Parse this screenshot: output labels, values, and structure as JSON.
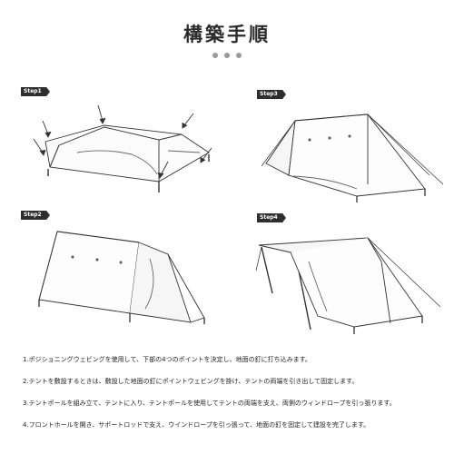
{
  "header": {
    "title": "構築手順"
  },
  "steps": [
    {
      "label": "Step1"
    },
    {
      "label": "Step3"
    },
    {
      "label": "Step2"
    },
    {
      "label": "Step4"
    }
  ],
  "instructions": [
    "1.ポジショニングウェビングを使用して、下部の4つのポイントを決定し、地面の釘に打ち込みます。",
    "2.テントを敷設するときは、敷設した地面の釘にポイントウェビングを掛け、テントの両端を引き出して固定します。",
    "3.テントポールを組み立て、テントに入り、テントポールを使用してテントの両端を支え、両側のウィンドロープを引っ張ります。",
    "4.フロントホールを開き、サポートロッドで支え、ウインドロープを引っ張って、地面の釘を固定して建設を完了します。"
  ]
}
